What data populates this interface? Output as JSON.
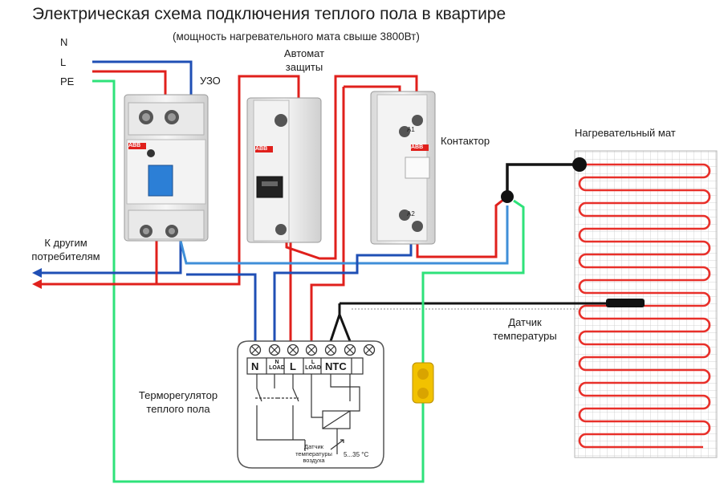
{
  "title": "Электрическая схема подключения теплого пола в квартире",
  "subtitle": "(мощность нагревательного мата свыше 3800Вт)",
  "lines": {
    "n": "N",
    "l": "L",
    "pe": "PE"
  },
  "devices": {
    "rcd": "УЗО",
    "breaker_line1": "Автомат",
    "breaker_line2": "защиты",
    "contactor": "Контактор",
    "mat": "Нагревательный мат",
    "sensor_line1": "Датчик",
    "sensor_line2": "температуры",
    "thermostat_line1": "Терморегулятор",
    "thermostat_line2": "теплого пола",
    "consumers_line1": "К другим",
    "consumers_line2": "потребителям"
  },
  "thermostat_terminals": [
    "N",
    "N LOAD",
    "L",
    "L LOAD",
    "NTC"
  ],
  "thermostat_inner": {
    "air_sensor_line1": "Датчик",
    "air_sensor_line2": "температуры",
    "air_sensor_line3": "воздуха",
    "range": "5...35 °C"
  },
  "device_marks": {
    "brand": "ABB",
    "a1": "A1",
    "a2": "A2"
  },
  "colors": {
    "phase": "#e0201c",
    "neutral": "#1f4fb5",
    "neutral_light": "#3f8fd8",
    "pe": "#2ee27a",
    "black": "#141414",
    "mat_wire": "#e8302a",
    "mat_grid": "#bfbfbf",
    "connector": "#f2c200"
  }
}
